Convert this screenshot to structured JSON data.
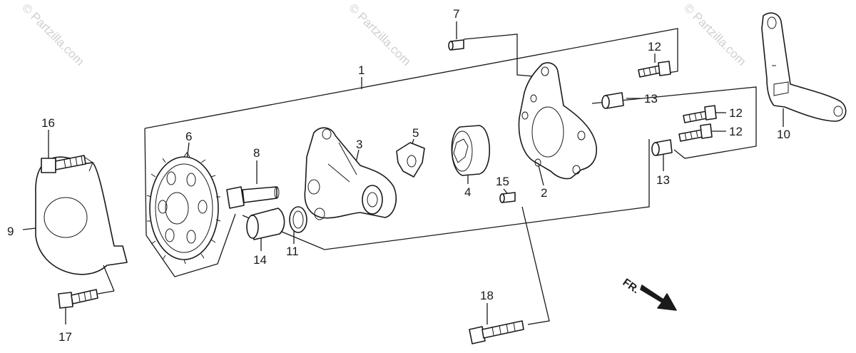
{
  "watermarks": [
    "© Partzilla.com",
    "© Partzilla.com",
    "© Partzilla.com"
  ],
  "direction_label": "FR.",
  "callouts": {
    "c1": "1",
    "c2": "2",
    "c3": "3",
    "c4": "4",
    "c5": "5",
    "c6": "6",
    "c7": "7",
    "c8": "8",
    "c9": "9",
    "c10": "10",
    "c11": "11",
    "c12a": "12",
    "c12b": "12",
    "c12c": "12",
    "c13a": "13",
    "c13b": "13",
    "c14": "14",
    "c15": "15",
    "c16": "16",
    "c17": "17",
    "c18": "18"
  }
}
